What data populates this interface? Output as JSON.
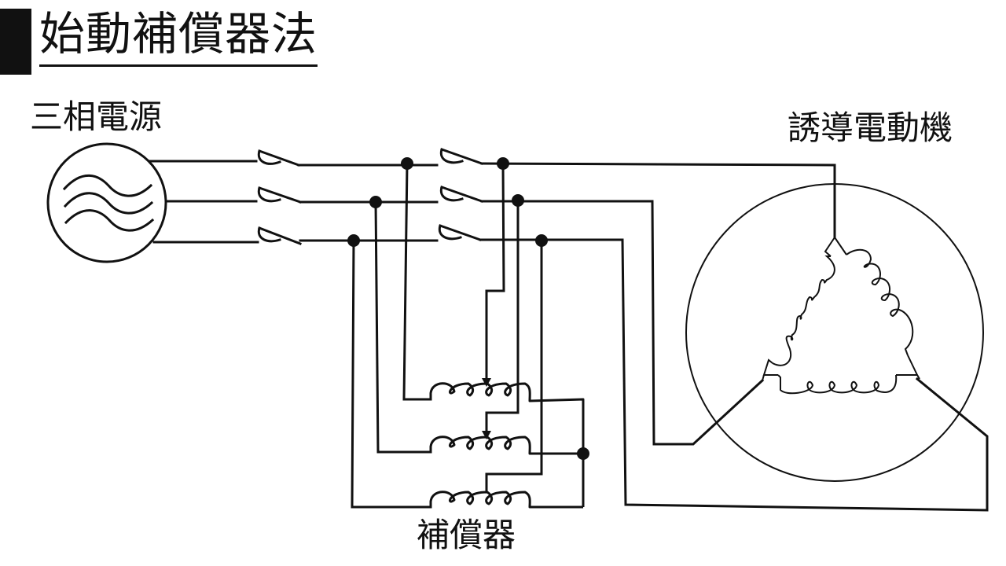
{
  "title": "始動補償器法",
  "labels": {
    "source": "三相電源",
    "motor": "誘導電動機",
    "compensator": "補償器"
  },
  "components": {
    "source_icon": "ac-sine-source-icon",
    "switch_bank_1": "three-pole-switch",
    "switch_bank_2": "three-pole-switch",
    "autotransformer": "three-phase-autotransformer",
    "motor_winding": "delta-connected-winding"
  },
  "colors": {
    "ink": "#111111",
    "background": "#ffffff"
  }
}
